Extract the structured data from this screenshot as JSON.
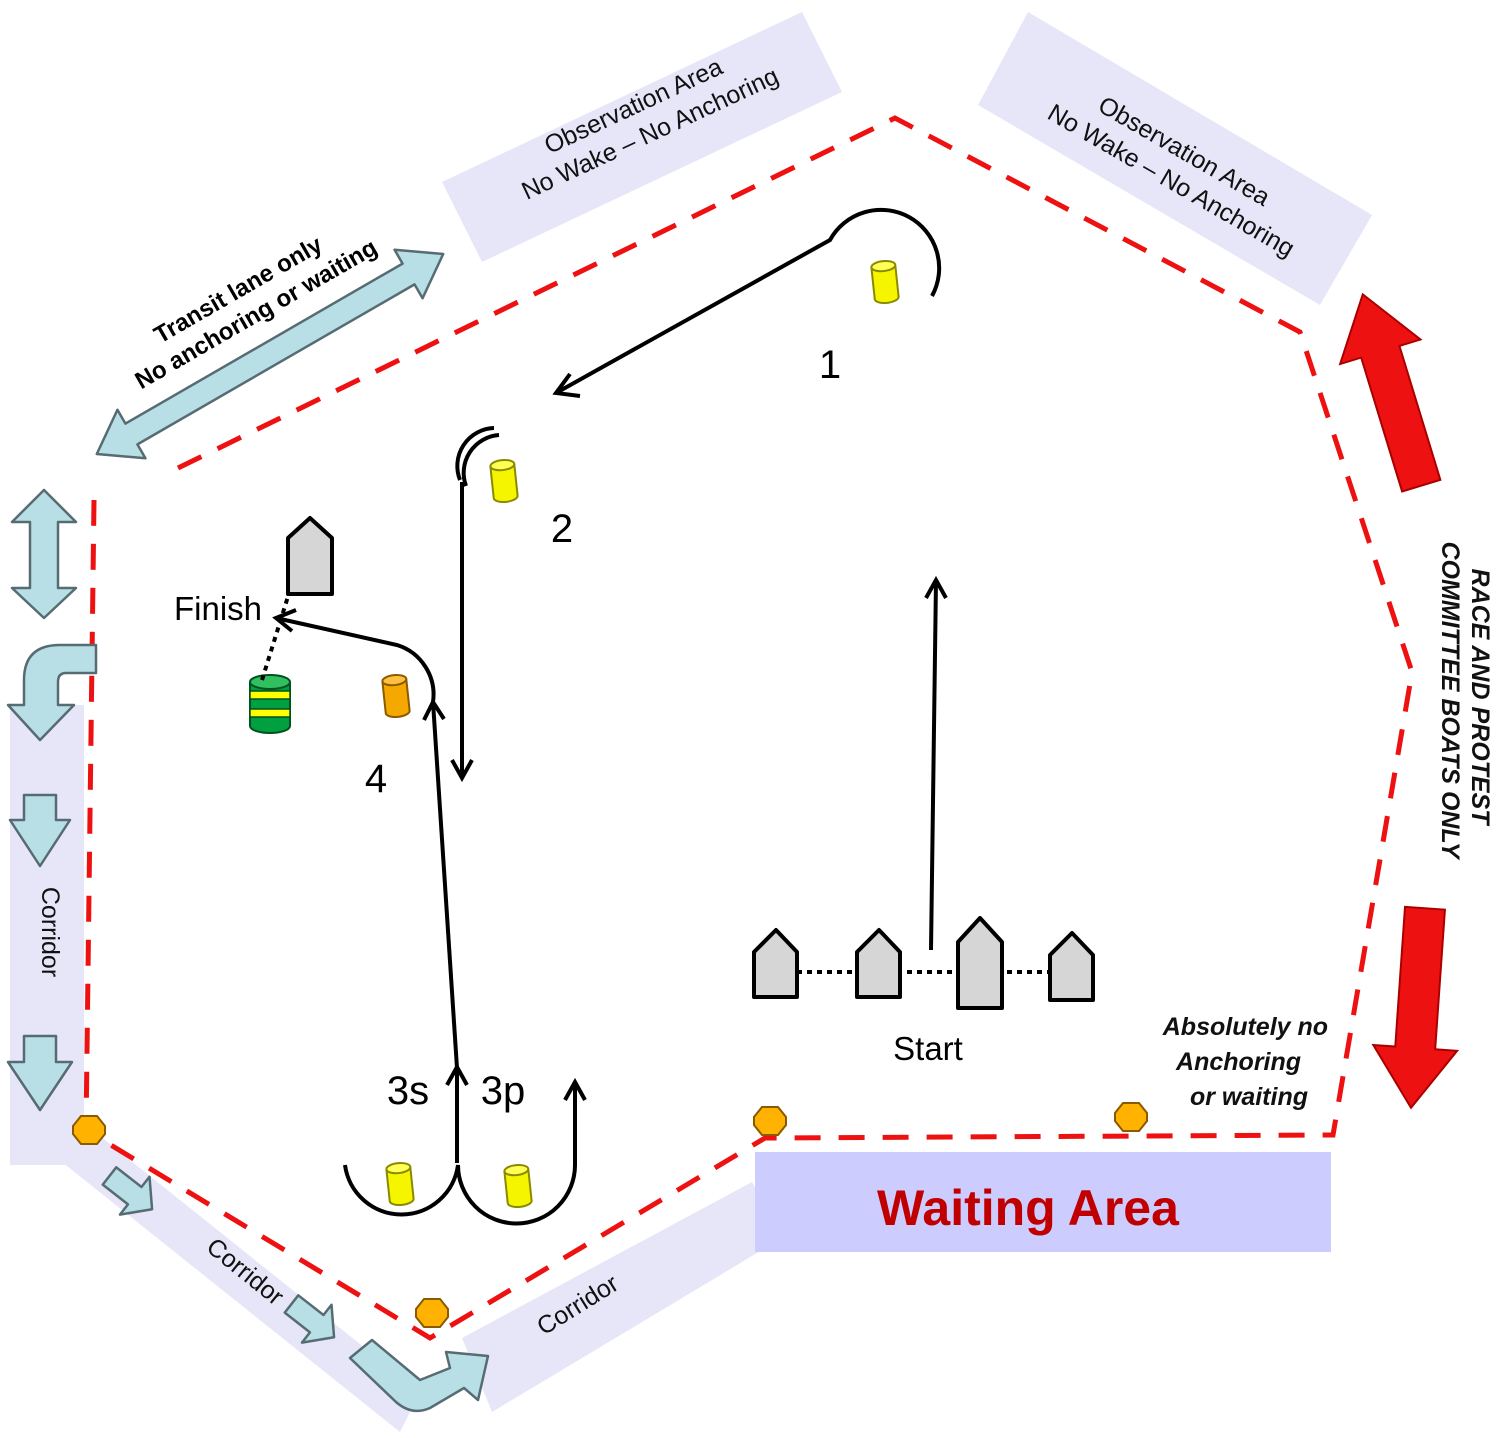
{
  "observation_left": {
    "line1": "Observation Area",
    "line2": "No Wake – No Anchoring"
  },
  "observation_right": {
    "line1": "Observation Area",
    "line2": "No Wake – No Anchoring"
  },
  "transit": {
    "line1": "Transit lane only",
    "line2": "No anchoring or waiting"
  },
  "committee": {
    "line1": "RACE AND PROTEST",
    "line2": "COMMITTEE BOATS ONLY"
  },
  "no_anchoring": {
    "line1": "Absolutely no",
    "line2": "Anchoring",
    "line3": "or waiting"
  },
  "waiting_area": "Waiting Area",
  "corridor_left": "Corridor",
  "corridor_bottom_left": "Corridor",
  "corridor_bottom_right": "Corridor",
  "start_label": "Start",
  "finish_label": "Finish",
  "marks": {
    "m1": "1",
    "m2": "2",
    "m3s": "3s",
    "m3p": "3p",
    "m4": "4"
  },
  "colors": {
    "boundary": "#ee1111",
    "committee_arrow": "#ee1111",
    "waiting_text": "#c00000",
    "waiting_fill": "#ccccff",
    "zone_fill": "#e6e6f8",
    "lightblue_arrow": "#b9dfe6",
    "yellow_mark": "#ffff00",
    "orange_mark": "#ffb300",
    "green_mark": "#00a040"
  }
}
